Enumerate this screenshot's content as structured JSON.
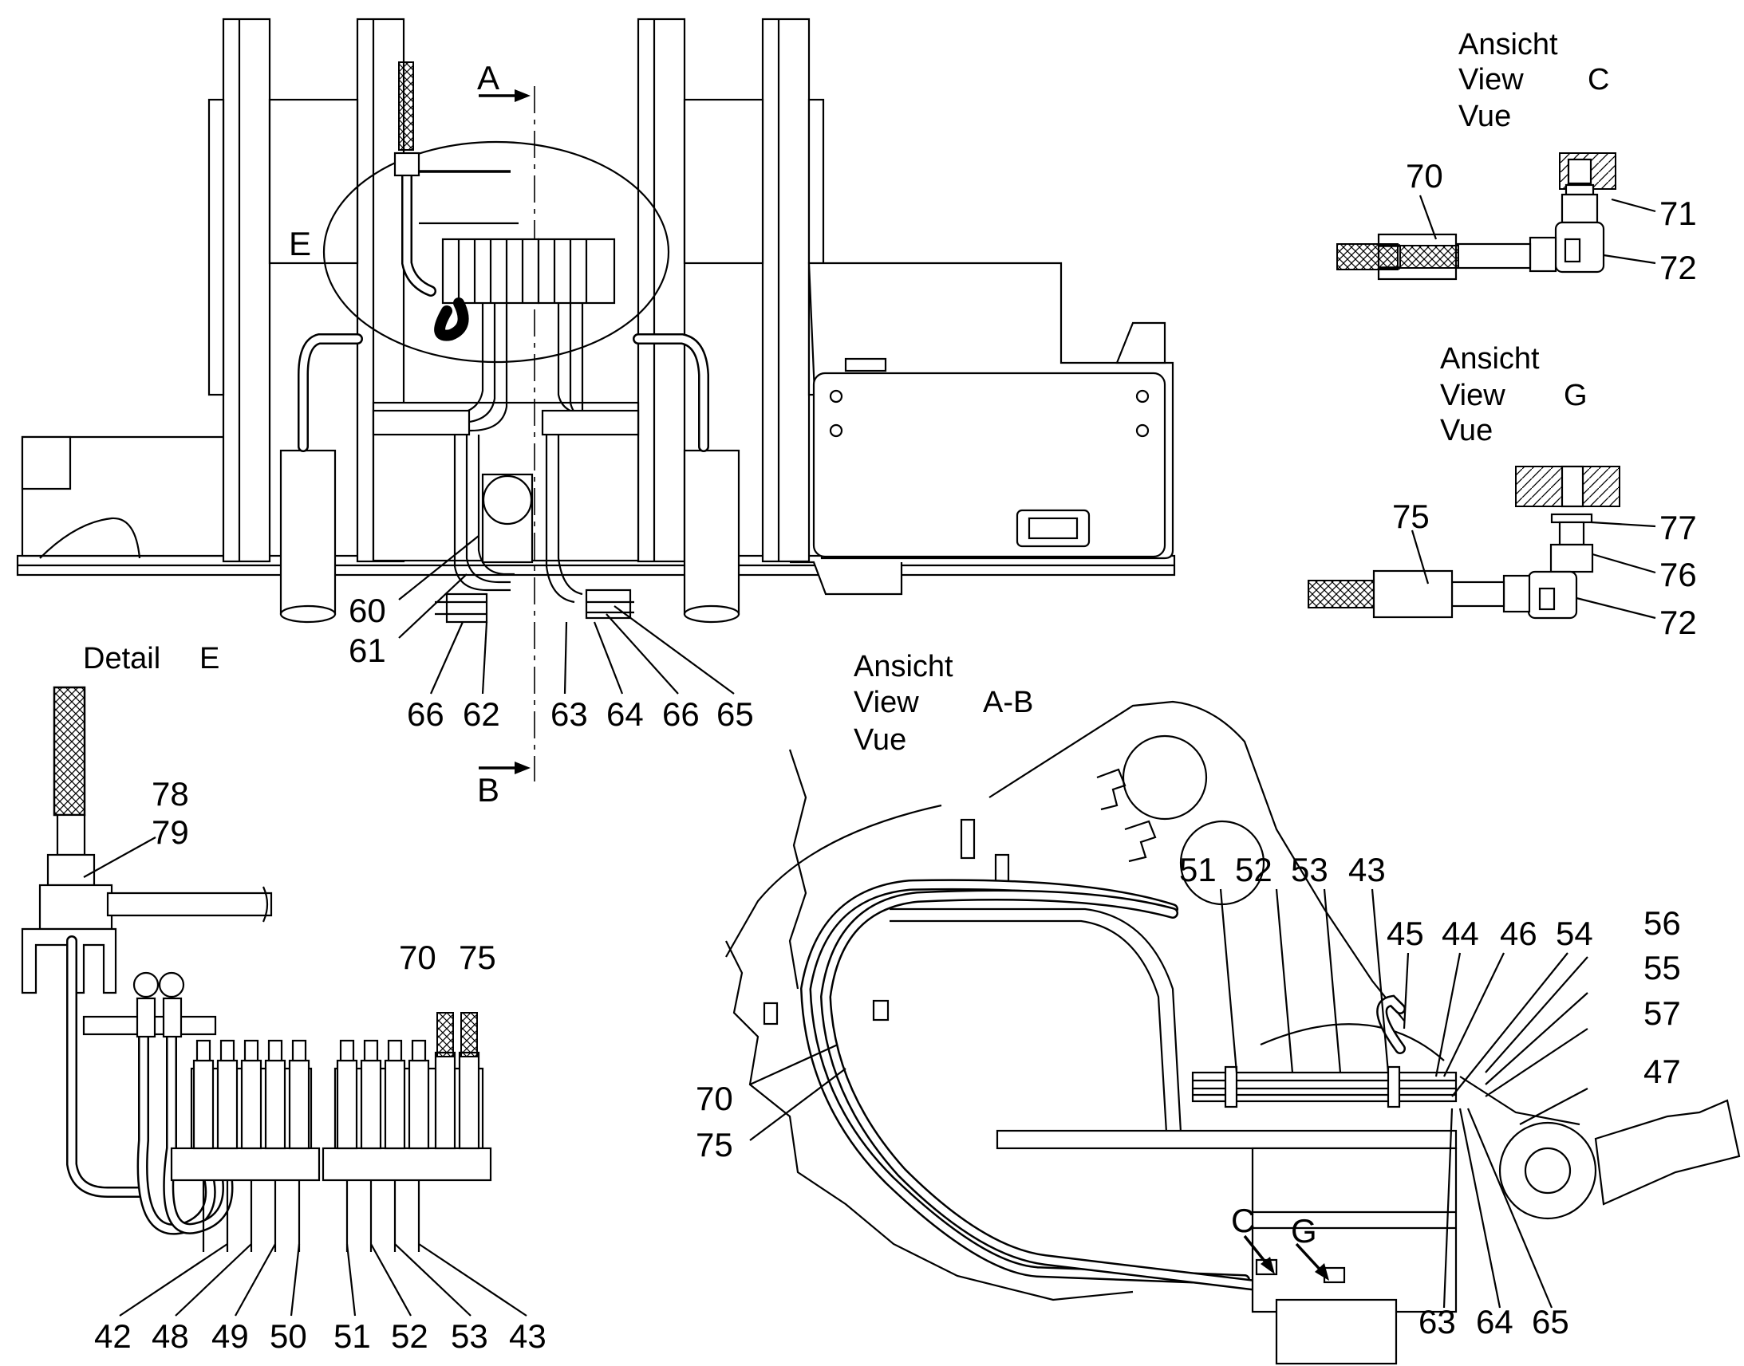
{
  "views": {
    "main": {
      "section_marks": {
        "top": "A",
        "bottom": "B"
      },
      "detail_marker": "E",
      "callouts": [
        "60",
        "61",
        "66",
        "62",
        "63",
        "64",
        "66",
        "65"
      ]
    },
    "detail_e": {
      "title_word": "Detail",
      "title_letter": "E",
      "callouts_top": [
        "78",
        "79",
        "70",
        "75"
      ],
      "callouts_bottom": [
        "42",
        "48",
        "49",
        "50",
        "51",
        "52",
        "53",
        "43"
      ]
    },
    "view_c": {
      "title_lines": [
        "Ansicht",
        "View",
        "Vue"
      ],
      "letter": "C",
      "callouts": [
        "70",
        "71",
        "72"
      ]
    },
    "view_g": {
      "title_lines": [
        "Ansicht",
        "View",
        "Vue"
      ],
      "letter": "G",
      "callouts": [
        "75",
        "77",
        "76",
        "72"
      ]
    },
    "view_ab": {
      "title_lines": [
        "Ansicht",
        "View",
        "Vue"
      ],
      "letter": "A-B",
      "callouts_top": [
        "51",
        "52",
        "53",
        "43",
        "45",
        "44",
        "46",
        "54",
        "56",
        "55",
        "57",
        "47"
      ],
      "callouts_left": [
        "70",
        "75"
      ],
      "arrows": [
        "C",
        "G"
      ],
      "callouts_bottom": [
        "63",
        "64",
        "65"
      ]
    }
  }
}
